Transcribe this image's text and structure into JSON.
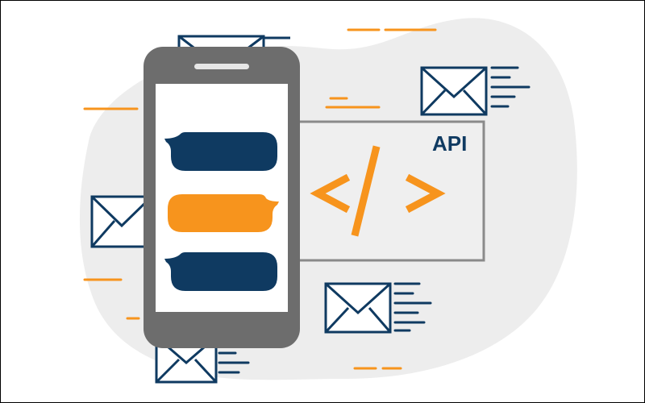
{
  "api_box": {
    "label": "API",
    "code_symbol": "</>"
  },
  "colors": {
    "navy": "#0f3a61",
    "orange": "#f7941d",
    "phone_body": "#6d6d6d",
    "phone_screen": "#ffffff",
    "blob": "#ededed",
    "api_border": "#8a8a8a",
    "api_fill": "#efefef"
  },
  "icons": [
    "envelope-icon",
    "speed-lines-icon",
    "smartphone-icon",
    "chat-bubble-icon",
    "code-brackets-icon"
  ],
  "chat_bubbles": [
    {
      "color": "navy"
    },
    {
      "color": "orange"
    },
    {
      "color": "navy"
    }
  ]
}
